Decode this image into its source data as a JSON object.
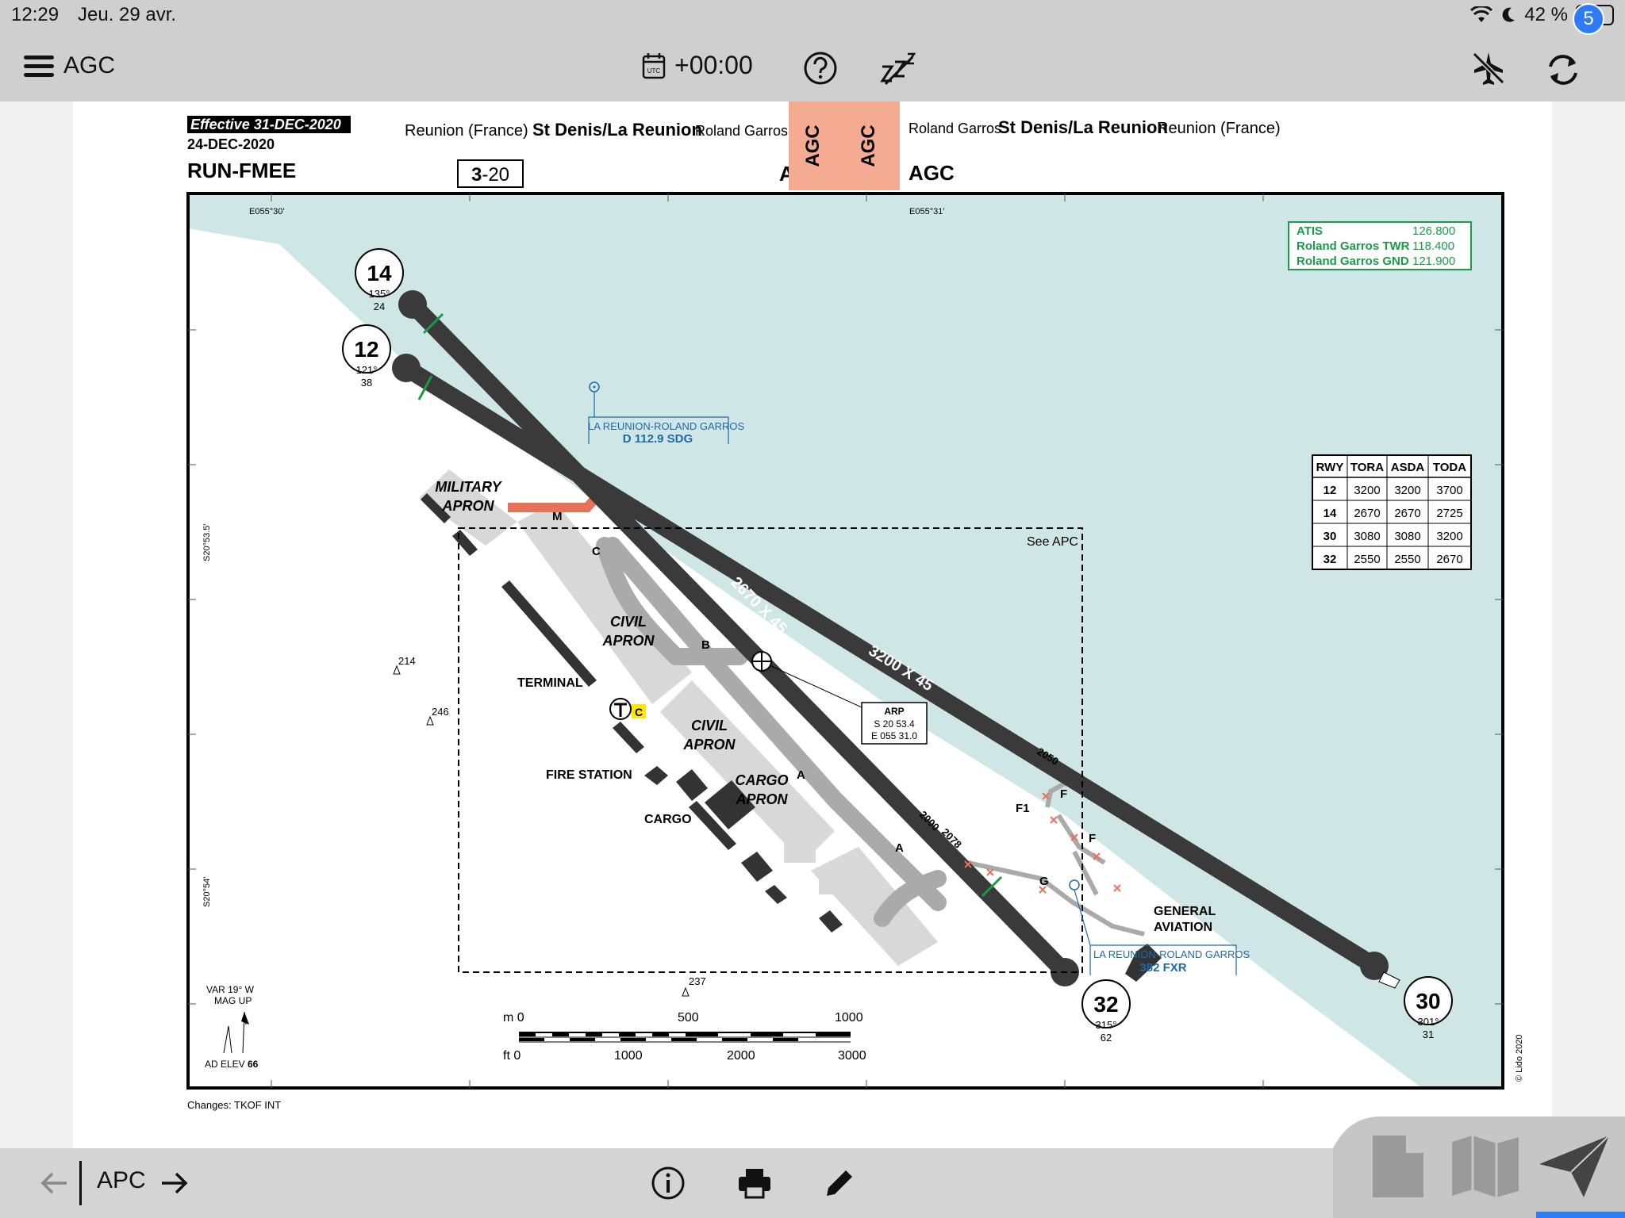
{
  "status_bar": {
    "time": "12:29",
    "date": "Jeu. 29 avr.",
    "battery": "42 %"
  },
  "toolbar": {
    "app_name": "AGC",
    "utc_icon_text": "UTC",
    "utc_offset": "+00:00",
    "sync_badge": "5"
  },
  "icons": [
    "menu-icon",
    "calendar-utc-icon",
    "help-icon",
    "sleep-zzz-icon",
    "airplane-off-icon",
    "sync-icon",
    "back-arrow-icon",
    "forward-arrow-icon",
    "info-icon",
    "print-icon",
    "edit-pencil-icon",
    "document-tab-icon",
    "map-tab-icon",
    "flight-plan-tab-icon",
    "wifi-icon",
    "moon-icon",
    "battery-icon"
  ],
  "colors": {
    "bar": "#cfcfcf",
    "sea": "#cfe6e6",
    "runway": "#3a3a3a",
    "apron": "#d8d8d8",
    "taxiway": "#aaaaaa",
    "header_accent": "#f5ab92",
    "freq_green": "#1a9b48",
    "navaid_blue": "#1e6aa9",
    "military_taxi": "#e4735a",
    "badge": "#2d7cf6"
  },
  "chart": {
    "effective": "Effective  31-DEC-2020",
    "issue_date": "24-DEC-2020",
    "icao": "RUN-FMEE",
    "page": "3-20",
    "page_num": "3",
    "page_rest": "-20",
    "left_title": {
      "region": "Reunion (France)",
      "city": "St Denis/La Reunion",
      "airport": "Roland Garros",
      "type": "AGC"
    },
    "right_title": {
      "airport": "Roland Garros",
      "city": "St Denis/La Reunion",
      "region": "Reunion (France)",
      "type": "AGC"
    },
    "tab_labels": [
      "AGC",
      "AGC"
    ],
    "lon_labels": [
      "E055°30'",
      "E055°31'"
    ],
    "lat_labels": [
      "S20°53.5'",
      "S20°54'"
    ],
    "frequencies": [
      {
        "name": "ATIS",
        "freq": "126.800"
      },
      {
        "name": "Roland Garros TWR",
        "freq": "118.400"
      },
      {
        "name": "Roland Garros GND",
        "freq": "121.900"
      }
    ],
    "declared_distances": {
      "headers": [
        "RWY",
        "TORA",
        "ASDA",
        "TODA"
      ],
      "rows": [
        [
          "12",
          "3200",
          "3200",
          "3700"
        ],
        [
          "14",
          "2670",
          "2670",
          "2725"
        ],
        [
          "30",
          "3080",
          "3080",
          "3200"
        ],
        [
          "32",
          "2550",
          "2550",
          "2670"
        ]
      ]
    },
    "runway_ends": [
      {
        "num": "14",
        "hdg": "135°",
        "elev": "24"
      },
      {
        "num": "12",
        "hdg": "121°",
        "elev": "38"
      },
      {
        "num": "32",
        "hdg": "315°",
        "elev": "62"
      },
      {
        "num": "30",
        "hdg": "301°",
        "elev": "31"
      }
    ],
    "runway_dims": [
      "2670 X 45",
      "3200 X 45"
    ],
    "navaids": [
      {
        "name": "LA REUNION-ROLAND GARROS",
        "ident": "D 112.9 SDG"
      },
      {
        "name": "LA REUNION-ROLAND GARROS",
        "ident": "382 FXR"
      }
    ],
    "arp": {
      "label": "ARP",
      "lat": "S 20 53.4",
      "lon": "E 055 31.0"
    },
    "labels": {
      "military_apron_1": "MILITARY",
      "military_apron_2": "APRON",
      "civil": "CIVIL",
      "apron": "APRON",
      "cargo": "CARGO",
      "cargo_apron_1": "CARGO",
      "terminal": "TERMINAL",
      "fire_station": "FIRE STATION",
      "general_aviation_1": "GENERAL",
      "general_aviation_2": "AVIATION",
      "see_apc": "See APC",
      "tower_code": "C"
    },
    "taxiways": [
      "M",
      "C",
      "B",
      "A",
      "A",
      "F",
      "F",
      "F1",
      "G",
      "2050",
      "2000",
      "2078"
    ],
    "spot_heights": [
      "214",
      "246",
      "237"
    ],
    "variation": "VAR 19° W",
    "mag_up": "MAG UP",
    "ad_elev_label": "AD ELEV",
    "ad_elev": "66",
    "scale_m": [
      "m 0",
      "500",
      "1000"
    ],
    "scale_ft": [
      "ft 0",
      "1000",
      "2000",
      "3000"
    ],
    "changes": "Changes: TKOF INT",
    "copyright": "© Lido 2020"
  },
  "bottom_bar": {
    "label": "APC"
  }
}
